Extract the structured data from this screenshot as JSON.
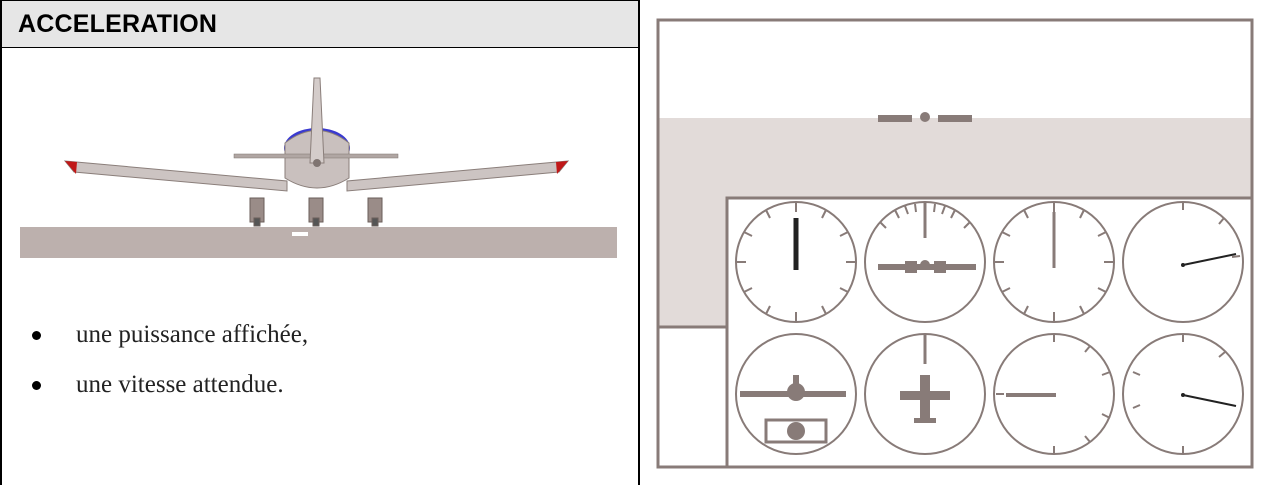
{
  "title": "ACCELERATION",
  "bullets": [
    {
      "text": "une puissance affichée,"
    },
    {
      "text": "une vitesse attendue."
    }
  ],
  "colors": {
    "panel_frame": "#887b78",
    "sky": "#ffffff",
    "horizon_band": "#e2dbd9",
    "runway": "#b9adaa",
    "wing_tip": "#c01818",
    "cockpit": "#3a3ad0",
    "needle": "#222222"
  },
  "instruments": [
    {
      "name": "airspeed-indicator-icon"
    },
    {
      "name": "attitude-indicator-icon"
    },
    {
      "name": "altimeter-icon"
    },
    {
      "name": "tachometer-icon"
    },
    {
      "name": "turn-coordinator-icon"
    },
    {
      "name": "heading-indicator-icon"
    },
    {
      "name": "vertical-speed-indicator-icon"
    },
    {
      "name": "engine-gauge-icon"
    }
  ]
}
